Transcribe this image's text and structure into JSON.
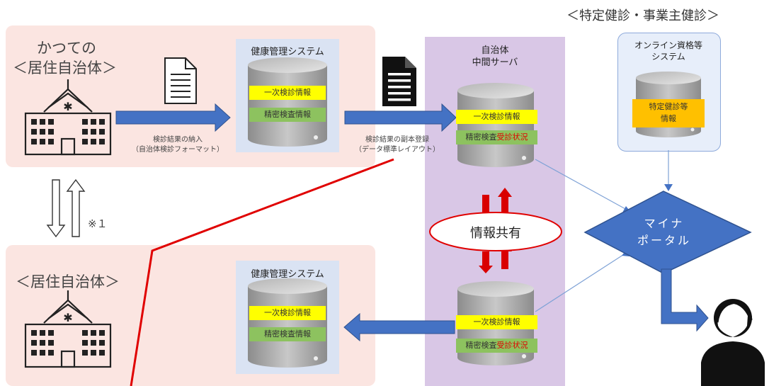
{
  "header": {
    "tokutei_title": "＜特定健診・事業主健診＞"
  },
  "former": {
    "line1": "かつての",
    "line2": "＜居住自治体＞"
  },
  "current": {
    "label": "＜居住自治体＞"
  },
  "health_system": {
    "top_title": "健康管理システム",
    "bottom_title": "健康管理システム",
    "primary": "一次検診情報",
    "detailed": "精密検査情報"
  },
  "intermediate": {
    "title_line1": "自治体",
    "title_line2": "中間サーバ",
    "primary": "一次検診情報",
    "detailed_prefix": "精密検査",
    "detailed_highlight": "受診状況",
    "share": "情報共有"
  },
  "online": {
    "line1": "オンライン資格等",
    "line2": "システム",
    "item_line1": "特定健診等",
    "item_line2": "情報"
  },
  "portal": {
    "line1": "マイナ",
    "line2": "ポータル"
  },
  "arrows": {
    "submit_line1": "検診結果の納入",
    "submit_line2": "（自治体検診フォーマット）",
    "register_line1": "検診結果の副本登録",
    "register_line2": "（データ標準レイアウト）",
    "note": "※１"
  },
  "colors": {
    "pink_panel": "#fbe5e1",
    "blue_panel": "#dae3f3",
    "purple_panel": "#d9c7e6",
    "arrow_blue": "#4472c4",
    "yellow": "#ffff00",
    "green": "#8dc25f",
    "orange": "#ffc000",
    "red": "#e00000"
  }
}
